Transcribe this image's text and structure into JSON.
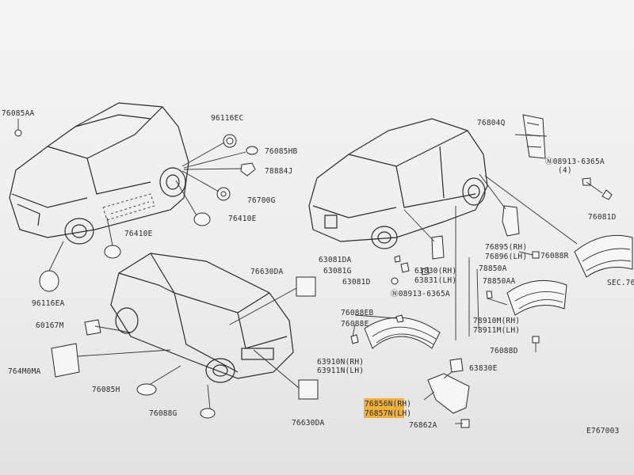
{
  "diagram_id": "E767003",
  "labels": [
    {
      "id": "76085AA",
      "text": "76085AA"
    },
    {
      "id": "96116EC",
      "text": "96116EC"
    },
    {
      "id": "76085HB",
      "text": "76085HB"
    },
    {
      "id": "78884J",
      "text": "78884J"
    },
    {
      "id": "76700G",
      "text": "76700G"
    },
    {
      "id": "76410E_a",
      "text": "76410E"
    },
    {
      "id": "76410E_b",
      "text": "76410E"
    },
    {
      "id": "96116EA",
      "text": "96116EA"
    },
    {
      "id": "76630DA_a",
      "text": "76630DA"
    },
    {
      "id": "60167M",
      "text": "60167M"
    },
    {
      "id": "764MOMA",
      "text": "764M0MA"
    },
    {
      "id": "76085H",
      "text": "76085H"
    },
    {
      "id": "76088G",
      "text": "76088G"
    },
    {
      "id": "76630DA_b",
      "text": "76630DA"
    },
    {
      "id": "76804Q",
      "text": "76804Q"
    },
    {
      "id": "N08913-6365A_a",
      "text": "Ⓝ08913-6365A"
    },
    {
      "id": "qty4",
      "text": "(4)"
    },
    {
      "id": "76081D",
      "text": "76081D"
    },
    {
      "id": "63081DA",
      "text": "63081DA"
    },
    {
      "id": "63081G",
      "text": "63081G"
    },
    {
      "id": "63081D",
      "text": "63081D"
    },
    {
      "id": "63830RH",
      "text": "63830(RH)"
    },
    {
      "id": "63831LH",
      "text": "63831(LH)"
    },
    {
      "id": "N08913-6365A_b",
      "text": "Ⓝ08913-6365A"
    },
    {
      "id": "76895RH",
      "text": "76895(RH)"
    },
    {
      "id": "76896LH",
      "text": "76896(LH)"
    },
    {
      "id": "76088R",
      "text": "76088R"
    },
    {
      "id": "78850A",
      "text": "78850A"
    },
    {
      "id": "78850AA",
      "text": "78850AA"
    },
    {
      "id": "SEC76",
      "text": "SEC.76"
    },
    {
      "id": "76088EB",
      "text": "76088EB"
    },
    {
      "id": "76088E",
      "text": "76088E"
    },
    {
      "id": "78910MRH",
      "text": "78910M(RH)"
    },
    {
      "id": "78911MLH",
      "text": "78911M(LH)"
    },
    {
      "id": "76088D",
      "text": "76088D"
    },
    {
      "id": "63910NRH",
      "text": "63910N(RH)"
    },
    {
      "id": "63911NLH",
      "text": "63911N(LH)"
    },
    {
      "id": "63830E",
      "text": "63830E"
    },
    {
      "id": "76856NRH",
      "text": "76856N(RH)"
    },
    {
      "id": "76857NLH",
      "text": "76857N(LH)"
    },
    {
      "id": "76862A",
      "text": "76862A"
    }
  ],
  "highlighted": [
    "76856NRH",
    "76857NLH"
  ],
  "colors": {
    "highlight": "#f2a71b",
    "ink": "#2b2b2b",
    "paper": "#f1f1f1"
  }
}
